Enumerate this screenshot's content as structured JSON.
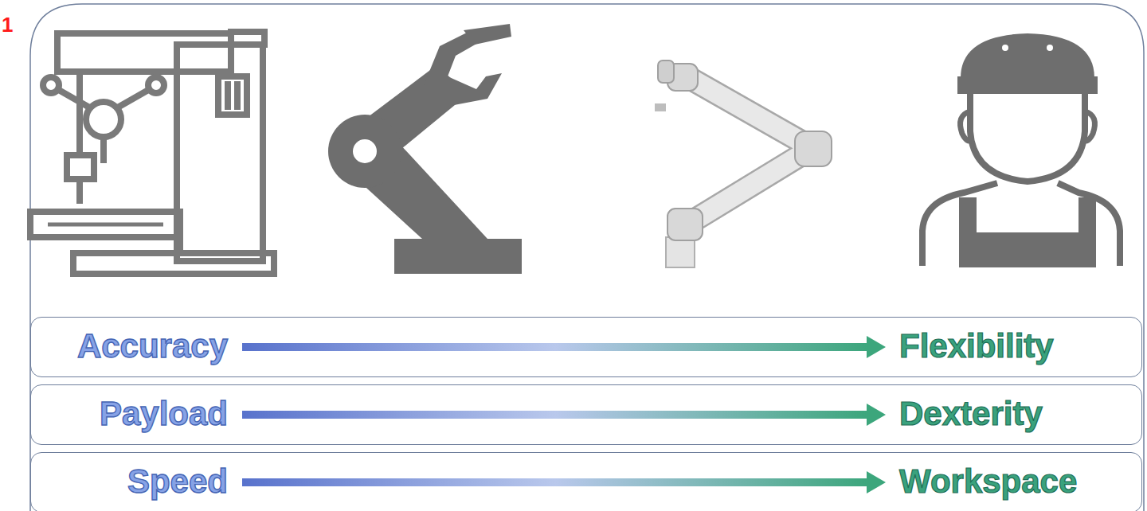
{
  "diagram": {
    "nodes": [
      {
        "text": [
          "Accuracy",
          "Flexibility"
        ]
      },
      {
        "text": [
          "Payload",
          "Dexterity"
        ]
      },
      {
        "text": [
          "Speed",
          "Workspace"
        ]
      }
    ],
    "labels": [
      "1"
    ]
  }
}
